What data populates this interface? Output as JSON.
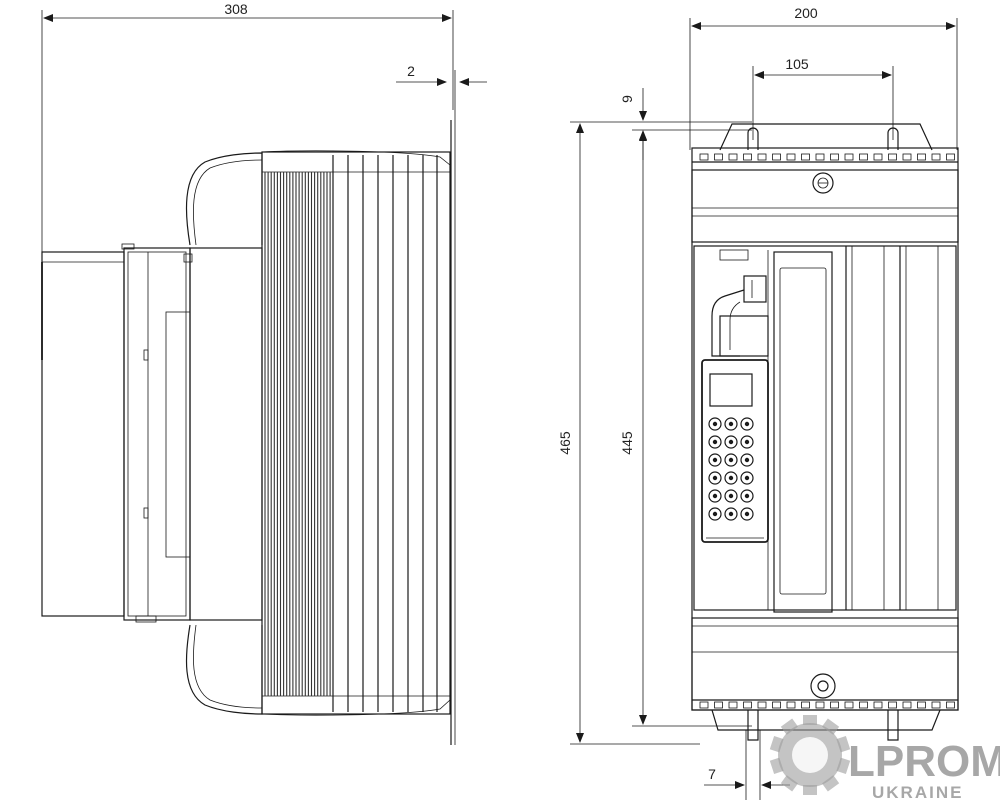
{
  "dimensions": {
    "depth_total": "308",
    "mount_offset": "2",
    "width_total": "200",
    "hole_spacing": "105",
    "top_offset": "9",
    "height_total": "465",
    "hole_height": "445",
    "slot_width": "7"
  },
  "watermark": {
    "brand": "LPROM",
    "country": "UKRAINE"
  },
  "keypad_keys": 18
}
